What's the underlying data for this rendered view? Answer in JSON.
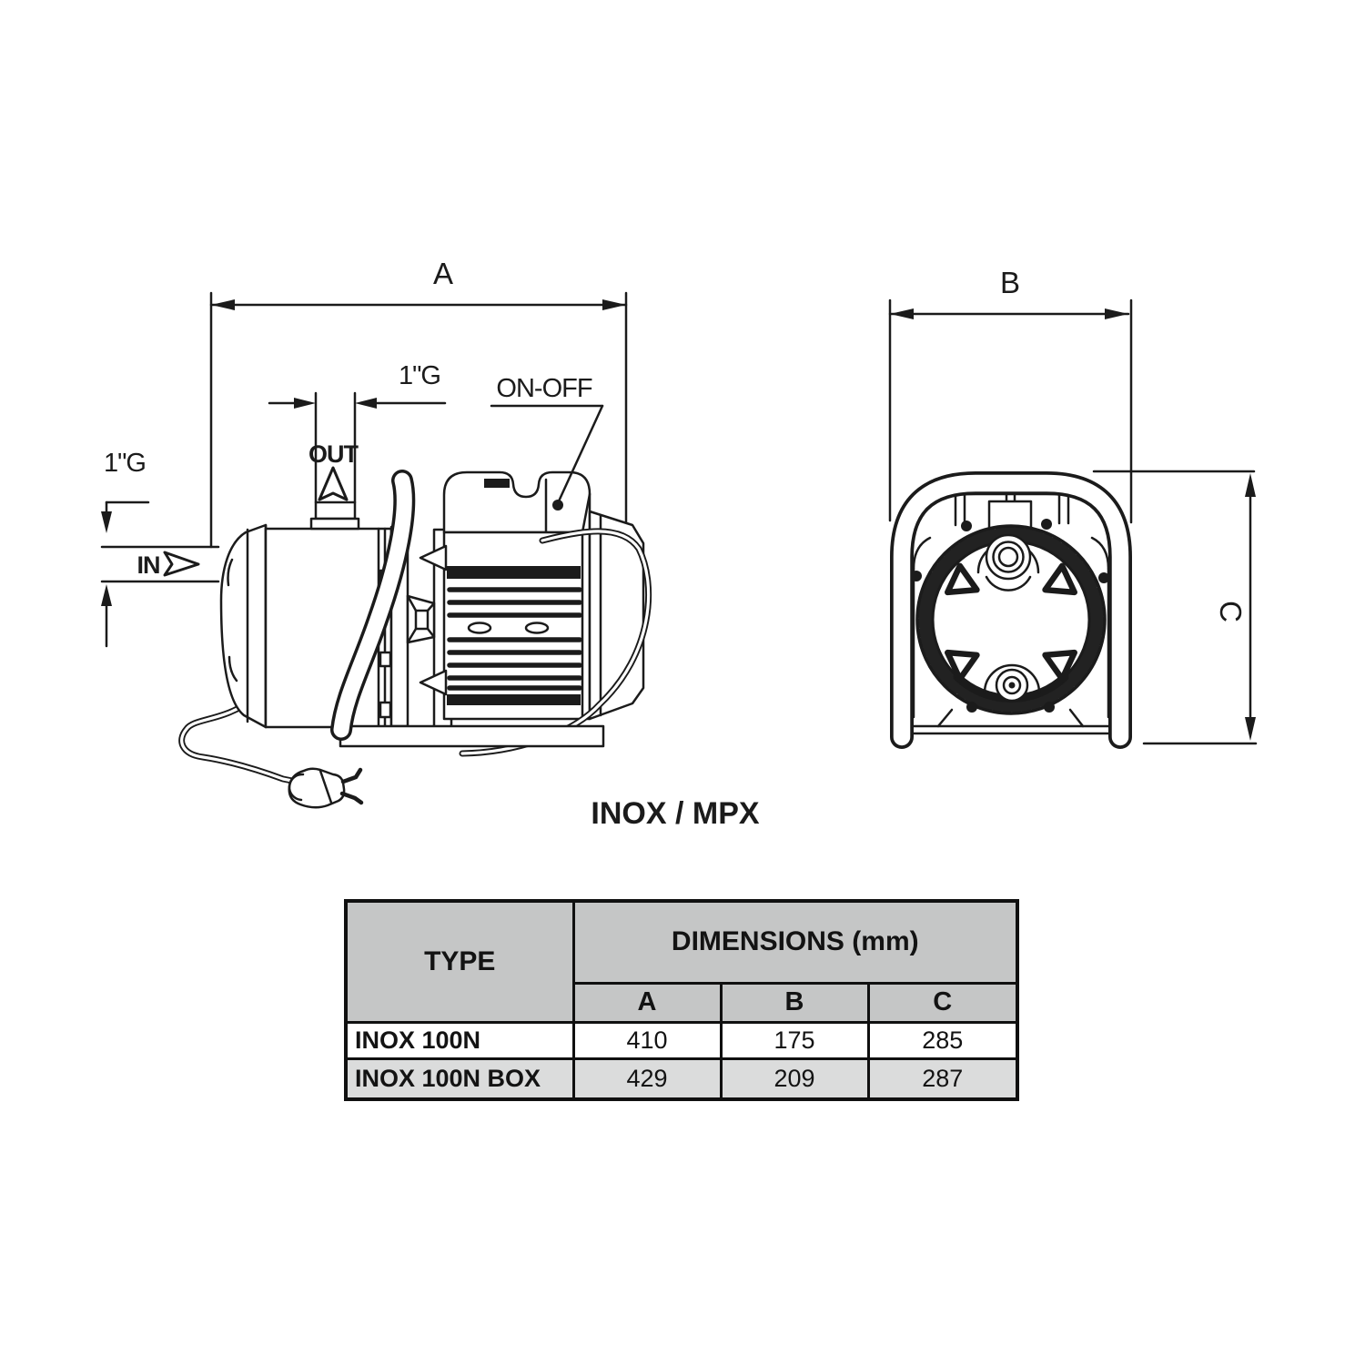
{
  "drawing": {
    "caption": "INOX / MPX",
    "labels": {
      "dim_a": "A",
      "dim_b": "B",
      "dim_c": "C",
      "out_size": "1\"G",
      "in_size": "1\"G",
      "out_port": "OUT",
      "in_port": "IN",
      "on_off": "ON-OFF"
    }
  },
  "table": {
    "type_header": "TYPE",
    "dimensions_header": "DIMENSIONS (mm)",
    "columns": [
      "A",
      "B",
      "C"
    ],
    "rows": [
      {
        "type": "INOX 100N",
        "a": "410",
        "b": "175",
        "c": "285"
      },
      {
        "type": "INOX 100N BOX",
        "a": "429",
        "b": "209",
        "c": "287"
      }
    ]
  },
  "colors": {
    "line": "#1b1b1b",
    "header_bg": "#c5c6c6",
    "alt_row_bg": "#dbdcdc"
  }
}
